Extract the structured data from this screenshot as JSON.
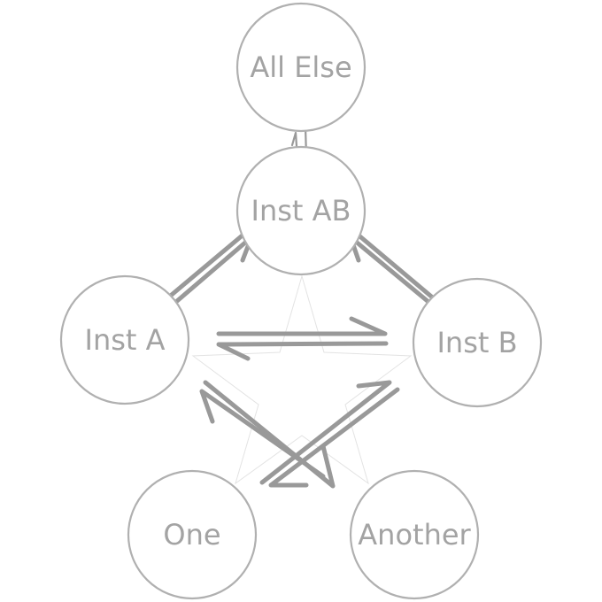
{
  "diagram": {
    "nodes": {
      "all_else": "All Else",
      "inst_ab": "Inst AB",
      "inst_a": "Inst A",
      "inst_b": "Inst B",
      "one": "One",
      "another": "Another"
    },
    "edges": [
      {
        "from": "All Else",
        "to": "Inst AB"
      },
      {
        "from": "Inst AB",
        "to": "All Else"
      },
      {
        "from": "Inst AB",
        "to": "Inst A"
      },
      {
        "from": "Inst A",
        "to": "Inst AB"
      },
      {
        "from": "Inst AB",
        "to": "Inst B"
      },
      {
        "from": "Inst B",
        "to": "Inst AB"
      },
      {
        "from": "Inst A",
        "to": "Inst B"
      },
      {
        "from": "Inst B",
        "to": "Inst A"
      },
      {
        "from": "Inst A",
        "to": "Another"
      },
      {
        "from": "Another",
        "to": "Inst A"
      },
      {
        "from": "Inst B",
        "to": "One"
      },
      {
        "from": "One",
        "to": "Inst B"
      }
    ]
  }
}
